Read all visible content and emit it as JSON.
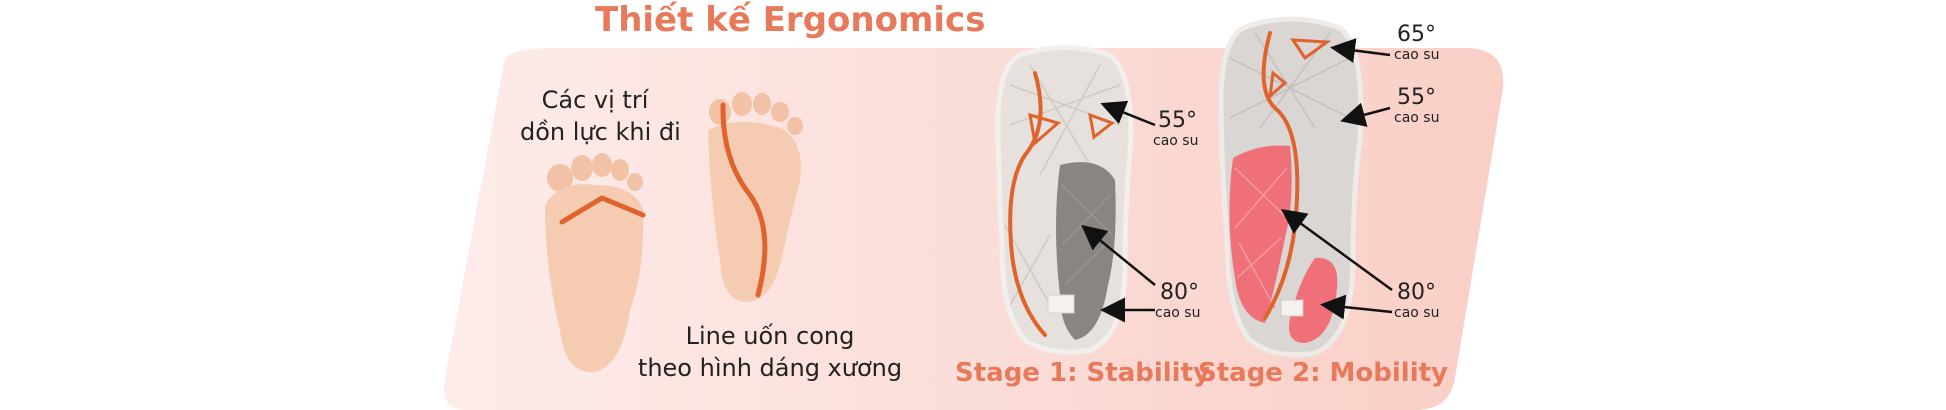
{
  "title": "Thiết kế Ergonomics",
  "colors": {
    "accent": "#E8795A",
    "orange_line": "#E0622C",
    "panel_start": "#FDE8E5",
    "panel_end": "#FAD0C8",
    "stability_pad": "#8A8582",
    "mobility_pad": "#F0707A"
  },
  "feet": {
    "pressure_label_line1": "Các vị trí",
    "pressure_label_line2": "dồn lực khi đi",
    "curve_label_line1": "Line uốn cong",
    "curve_label_line2": "theo hình dáng xương"
  },
  "stage1": {
    "label": "Stage 1: Stability",
    "callouts": [
      {
        "degree": "55°",
        "material": "cao su"
      },
      {
        "degree": "80°",
        "material": "cao su"
      }
    ]
  },
  "stage2": {
    "label": "Stage 2: Mobility",
    "callouts": [
      {
        "degree": "65°",
        "material": "cao su"
      },
      {
        "degree": "55°",
        "material": "cao su"
      },
      {
        "degree": "80°",
        "material": "cao su"
      }
    ]
  }
}
